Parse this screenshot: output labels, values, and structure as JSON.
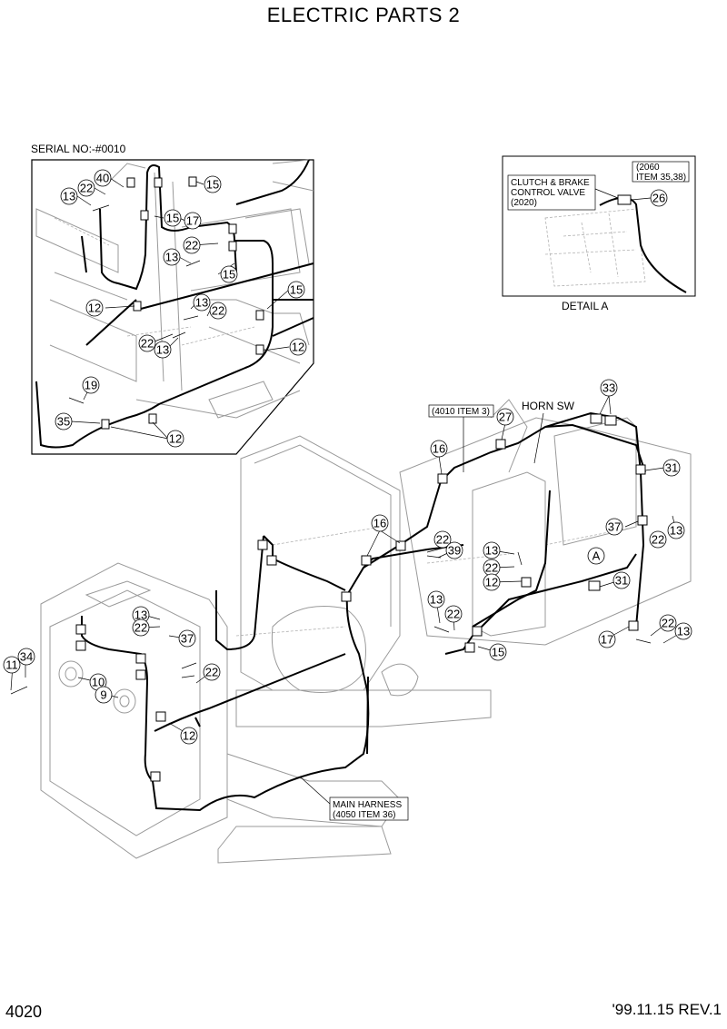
{
  "title": "ELECTRIC PARTS 2",
  "page_number": "4020",
  "revision": "'99.11.15 REV.1",
  "inset_serial": {
    "label": "SERIAL NO:-#0010",
    "callouts": [
      "40",
      "22",
      "13",
      "15",
      "15",
      "17",
      "22",
      "13",
      "15",
      "15",
      "12",
      "13",
      "22",
      "22",
      "13",
      "12",
      "19",
      "35",
      "12"
    ]
  },
  "detail_a": {
    "caption": "DETAIL A",
    "valve_lines": [
      "CLUTCH & BRAKE",
      "CONTROL VALVE",
      "(2020)"
    ],
    "item_ref_lines": [
      "(2060",
      "ITEM 35,38)"
    ],
    "callouts": [
      "26"
    ]
  },
  "main_view": {
    "ref_4010": "(4010 ITEM 3)",
    "horn_sw": "HORN SW",
    "detail_marker": "A",
    "harness_lines": [
      "MAIN HARNESS",
      "(4050 ITEM 36)"
    ],
    "callouts": [
      "33",
      "27",
      "16",
      "31",
      "37",
      "13",
      "22",
      "16",
      "22",
      "39",
      "13",
      "22",
      "12",
      "31",
      "13",
      "22",
      "15",
      "17",
      "22",
      "13",
      "13",
      "22",
      "37",
      "22",
      "34",
      "11",
      "10",
      "9",
      "12"
    ]
  }
}
